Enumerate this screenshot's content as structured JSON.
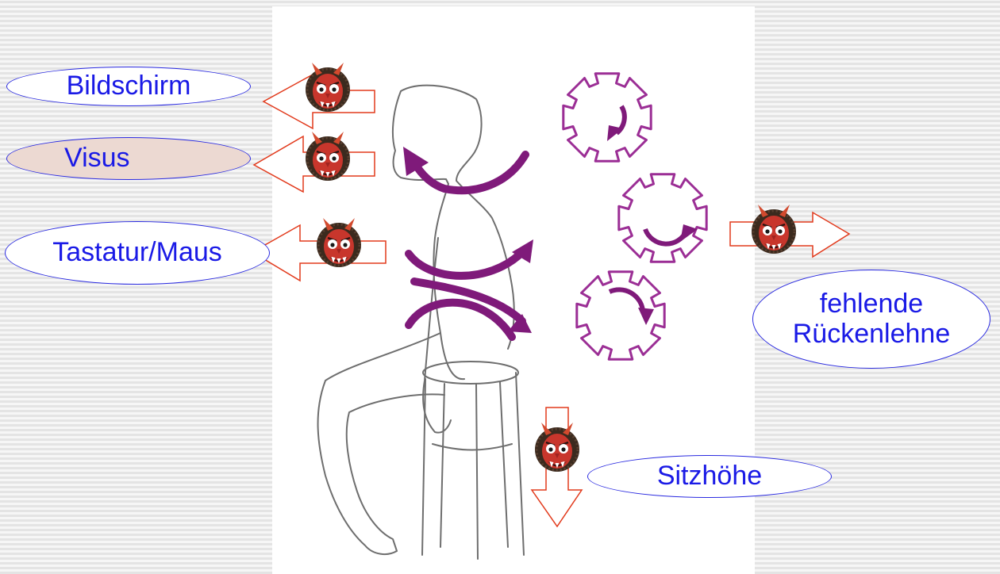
{
  "labels": {
    "screen": "Bildschirm",
    "vision": "Visus",
    "keyboard": "Tastatur/Maus",
    "backrest_line1": "fehlende",
    "backrest_line2": "Rückenlehne",
    "seat": "Sitzhöhe"
  },
  "colors": {
    "label_text": "#1a1ae6",
    "label_border": "#2a2ae0",
    "visus_fill": "#ecd9d2",
    "arrow_outline": "#e23a1c",
    "motion_arrows": "#7f1a7a",
    "gears": "#9b2e95",
    "figure_line": "#6e6e6e"
  },
  "icons": [
    "demon-mask-icon",
    "gear-icon",
    "curved-arrow-icon",
    "block-arrow-icon"
  ]
}
